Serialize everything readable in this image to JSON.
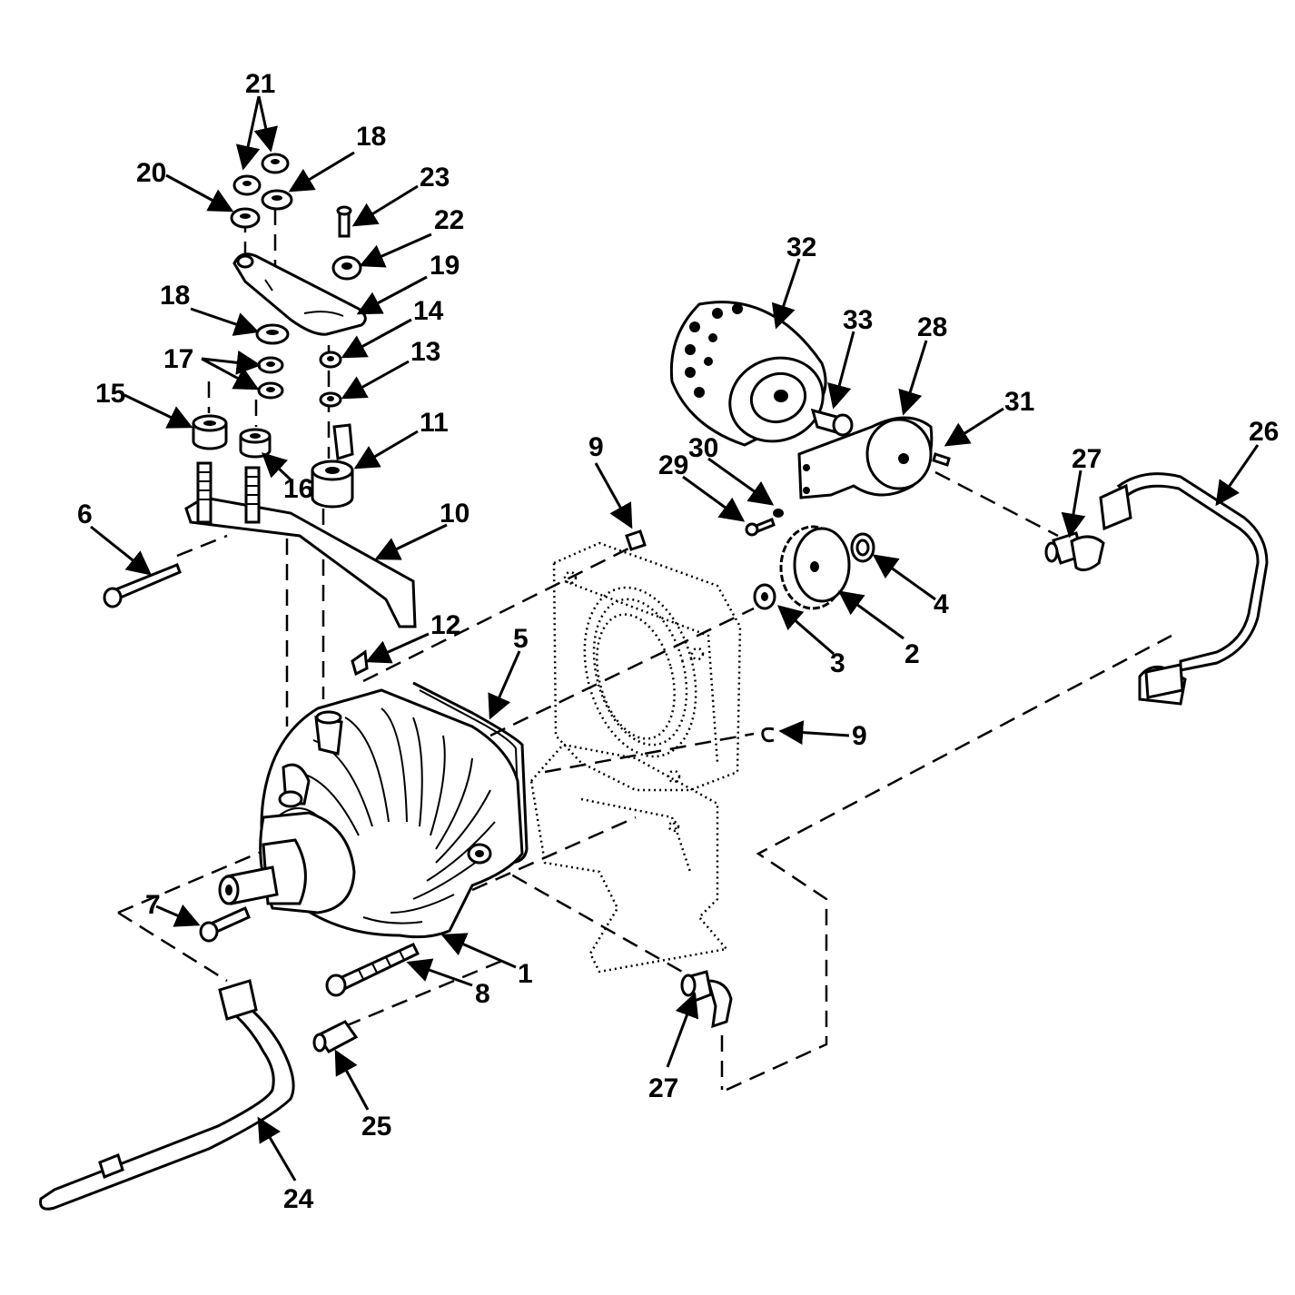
{
  "callouts": [
    {
      "id": "21",
      "text": "21"
    },
    {
      "id": "18a",
      "text": "18"
    },
    {
      "id": "20",
      "text": "20"
    },
    {
      "id": "23",
      "text": "23"
    },
    {
      "id": "22",
      "text": "22"
    },
    {
      "id": "19",
      "text": "19"
    },
    {
      "id": "18b",
      "text": "18"
    },
    {
      "id": "14",
      "text": "14"
    },
    {
      "id": "17",
      "text": "17"
    },
    {
      "id": "13",
      "text": "13"
    },
    {
      "id": "15",
      "text": "15"
    },
    {
      "id": "11",
      "text": "11"
    },
    {
      "id": "16",
      "text": "16"
    },
    {
      "id": "6",
      "text": "6"
    },
    {
      "id": "10",
      "text": "10"
    },
    {
      "id": "12",
      "text": "12"
    },
    {
      "id": "5",
      "text": "5"
    },
    {
      "id": "9a",
      "text": "9"
    },
    {
      "id": "32",
      "text": "32"
    },
    {
      "id": "33",
      "text": "33"
    },
    {
      "id": "28",
      "text": "28"
    },
    {
      "id": "31",
      "text": "31"
    },
    {
      "id": "26",
      "text": "26"
    },
    {
      "id": "30",
      "text": "30"
    },
    {
      "id": "29",
      "text": "29"
    },
    {
      "id": "27a",
      "text": "27"
    },
    {
      "id": "4",
      "text": "4"
    },
    {
      "id": "3",
      "text": "3"
    },
    {
      "id": "2",
      "text": "2"
    },
    {
      "id": "9b",
      "text": "9"
    },
    {
      "id": "7",
      "text": "7"
    },
    {
      "id": "1",
      "text": "1"
    },
    {
      "id": "8",
      "text": "8"
    },
    {
      "id": "27b",
      "text": "27"
    },
    {
      "id": "25",
      "text": "25"
    },
    {
      "id": "24",
      "text": "24"
    }
  ]
}
